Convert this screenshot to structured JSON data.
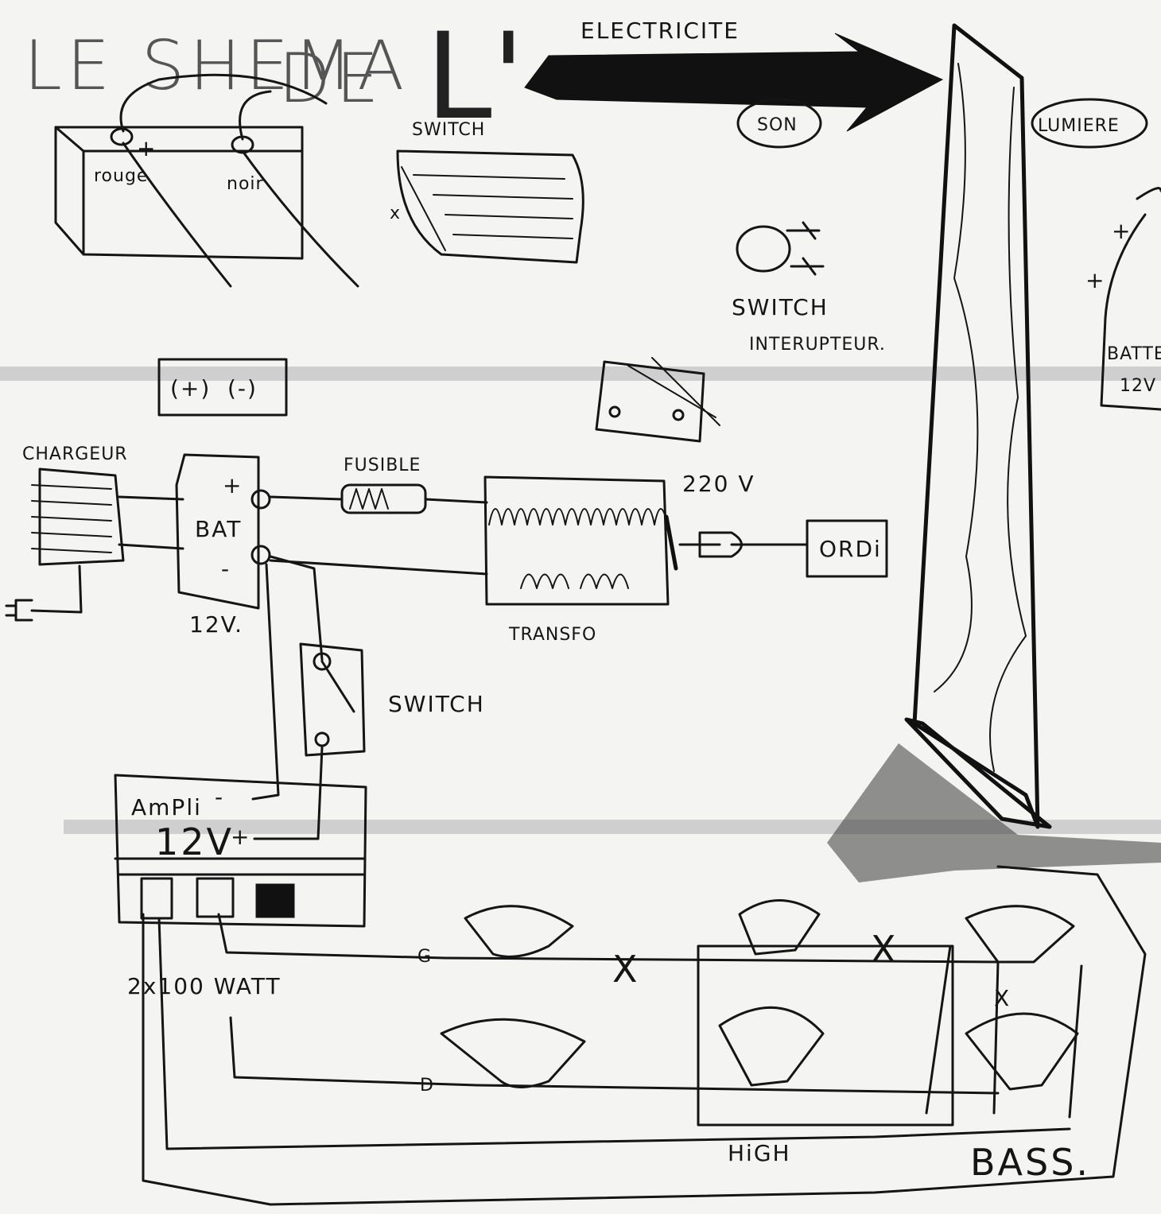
{
  "title": {
    "words": [
      "LE SHEMA",
      "DE",
      "L'"
    ]
  },
  "arrow": {
    "label": "ELECTRICITE",
    "badge": "SON"
  },
  "lumiere": "LUMIERE",
  "battery_top": {
    "plus_label": "+",
    "rouge": "rouge",
    "noir": "noir"
  },
  "battery_right": {
    "line1": "BATTER",
    "line2": "12V",
    "plus1": "+",
    "plus2": "+"
  },
  "switch_top": {
    "label": "SWITCH",
    "mark": "x"
  },
  "switch_interrupteur": {
    "line1": "SWITCH",
    "line2": "INTERUPTEUR."
  },
  "terminal_box": {
    "plus": "(+)",
    "minus": "(-)"
  },
  "charger": {
    "label": "CHARGEUR"
  },
  "bat": {
    "label": "BAT",
    "plus": "+",
    "minus": "-",
    "voltage": "12V."
  },
  "fuse": {
    "label": "FUSIBLE"
  },
  "transfo": {
    "label": "TRANSFO",
    "voltage": "220 V"
  },
  "ordi": {
    "label": "ORDi"
  },
  "switch_mid": {
    "label": "SWITCH"
  },
  "ampli": {
    "line1": "AmPli",
    "line2": "12V",
    "minus": "-",
    "plus": "+"
  },
  "watt": {
    "label": "2x100 WATT"
  },
  "speaker_marks": {
    "g": "G",
    "d": "D",
    "x": "X"
  },
  "high": {
    "label": "HiGH"
  },
  "bass": {
    "label": "BASS."
  }
}
